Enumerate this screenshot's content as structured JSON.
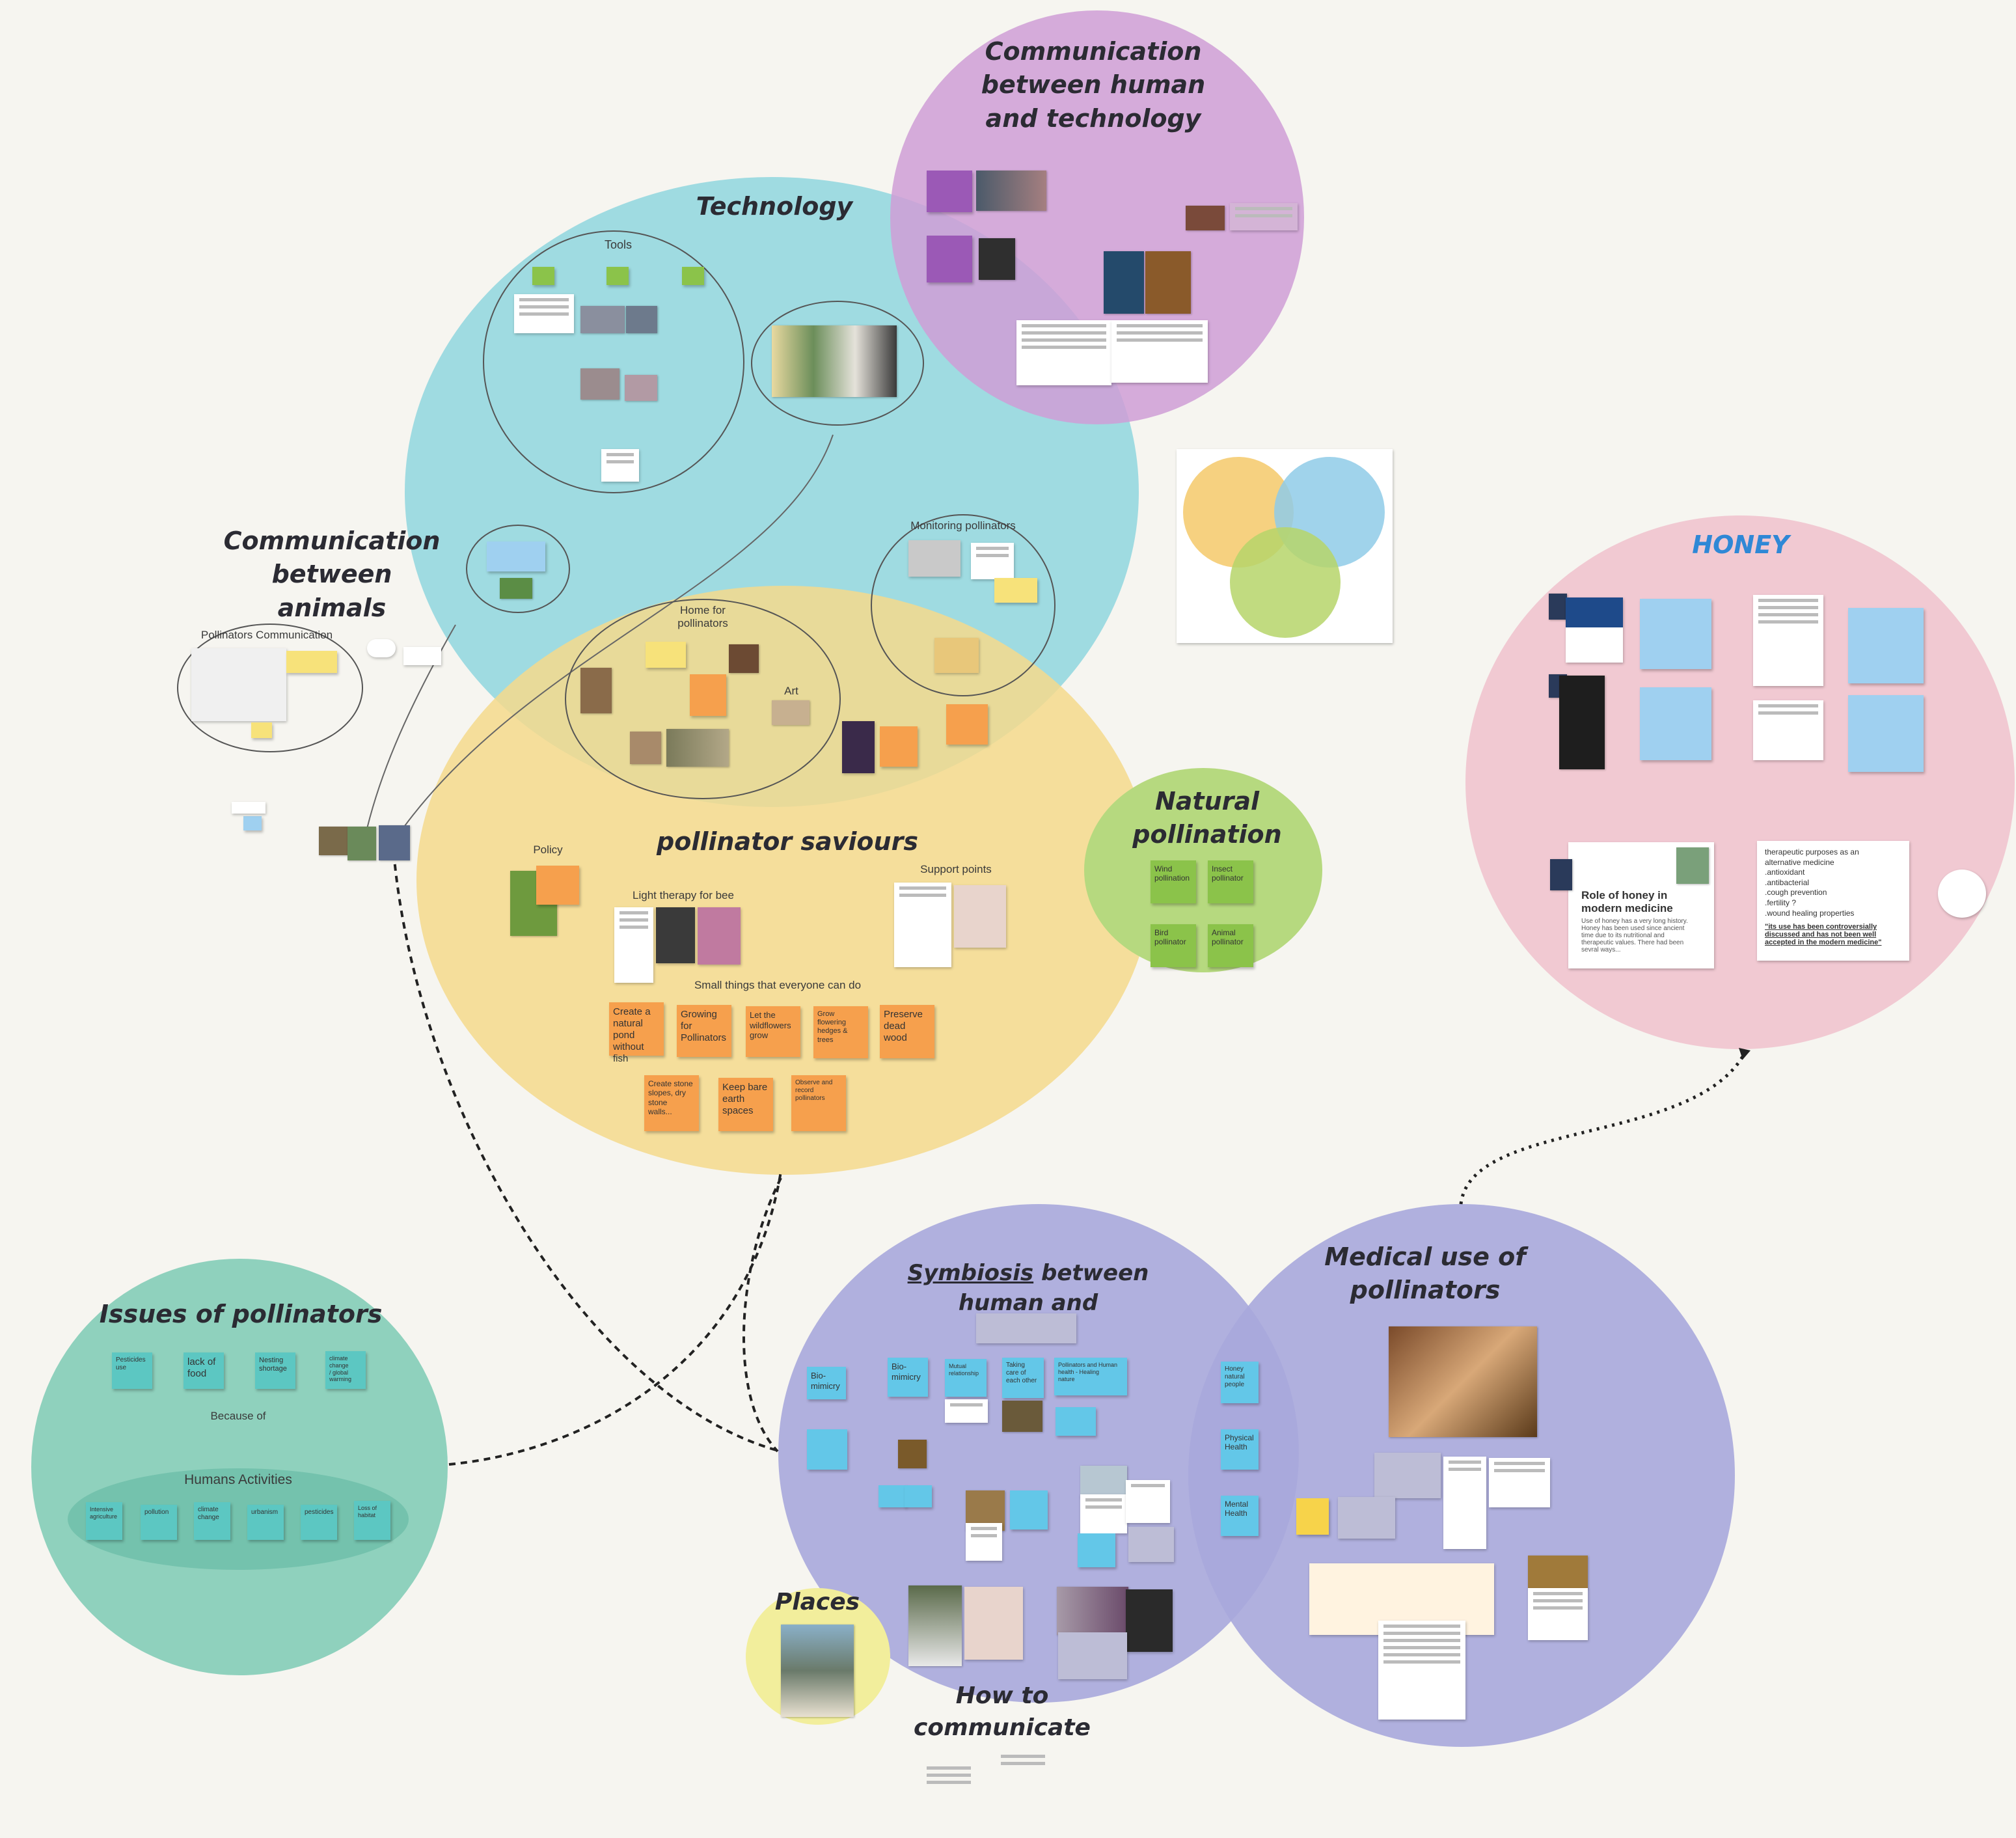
{
  "titles": {
    "comm_human_tech": "Communication\nbetween human\nand technology",
    "technology": "Technology",
    "comm_animals": "Communication\nbetween animals",
    "honey": "HONEY",
    "saviours": "pollinator saviours",
    "natural": "Natural\npollination",
    "issues": "Issues of pollinators",
    "symbiosis_word": "Symbiosis",
    "symbiosis_rest": " between\nhuman and\nanimals",
    "medical": "Medical use of\npollinators",
    "places": "Places",
    "how": "How to\ncommunicate"
  },
  "labels": {
    "tools": "Tools",
    "monitoring": "Monitoring pollinators",
    "home": "Home for\npollinators",
    "art": "Art",
    "pollinators_comm": "Pollinators Communication",
    "policy": "Policy",
    "light": "Light therapy for bee",
    "support": "Support points",
    "small": "Small things that everyone can do",
    "because": "Because of",
    "humans": "Humans Activities",
    "role_honey": "Role of honey in\nmodern medicine",
    "honey_para": "therapeutic purposes as an\nalternative medicine\n.antioxidant\n.antibacterial\n.cough prevention\n.fertility ?\n.wound healing properties",
    "honey_quote": "\"its use has been controversially\ndiscussed and has not been well\naccepted in the modern medicine\"",
    "honey_hist": "Use of honey has a very long history.\nHoney has been used since ancient\ntime due to its nutritional and\ntherapeutic values. There had been\nsevral ways..."
  },
  "saviours_stickies": [
    "Create a\nnatural\npond\nwithout fish",
    "Growing\nfor\nPollinators",
    "Let the\nwildflowers\ngrow",
    "Grow flowering\nhedges & trees",
    "Preserve\ndead\nwood",
    "Create stone\nslopes, dry\nstone\nwalls...",
    "Keep bare\nearth\nspaces",
    "Observe and\nrecord pollinators"
  ],
  "natural_stickies": [
    "Wind\npollination",
    "Insect\npollinator",
    "Bird\npollinator",
    "Animal\npollinator"
  ],
  "issues_stickies": [
    "Pesticides\nuse",
    "lack of\nfood",
    "Nesting\nshortage",
    "climate\nchange\n/ global\nwarming"
  ],
  "human_stickies": [
    "Intensive\nagriculture",
    "pollution",
    "climate\nchange",
    "urbanism",
    "pesticides",
    "Loss of\nhabitat"
  ],
  "symbiosis_stickies": [
    "Bio-\nmimicry",
    "Bio-\nmimicry",
    "Mutual\nrelationship",
    "Taking\ncare of\neach other",
    "Pollinators and Human\nhealth - Healing\nnature"
  ],
  "medical_stickies": [
    "Honey\nnatural\npeople",
    "Physical\nHealth",
    "Mental\nHealth"
  ],
  "colors": {
    "purple_circle": "#cf9ed6",
    "cyan_circle": "#9ad9df",
    "yellow_circle": "#f5d98c",
    "green_circle": "#b6d97f",
    "pink_circle": "#f1c9d2",
    "teal_circle": "#8fd1bd",
    "lavender_circle": "#a9a8dc",
    "places_circle": "#f2ee9c",
    "honey_title": "#2f88d6"
  }
}
